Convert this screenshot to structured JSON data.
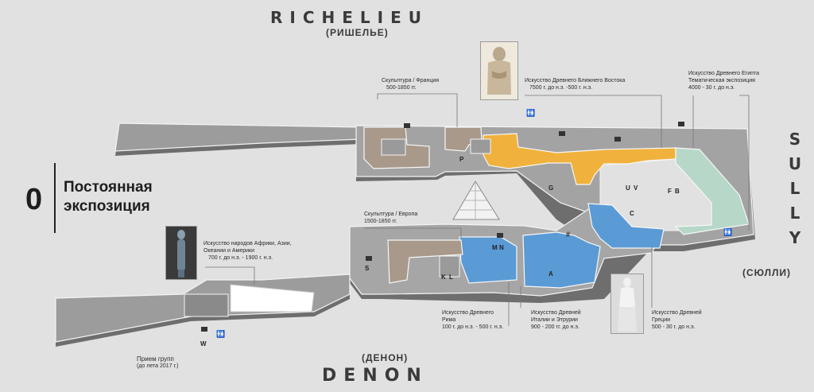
{
  "wings": {
    "richelieu": "RICHELIEU",
    "richelieu_ru": "(РИШЕЛЬЕ)",
    "sully": "SULLY",
    "sully_ru": "(СЮЛЛИ)",
    "denon_ru": "(ДЕНОН)",
    "denon": "DENON"
  },
  "floor": {
    "number": "0",
    "title_line1": "Постоянная",
    "title_line2": "экспозиция"
  },
  "collections": [
    {
      "id": "sculpture-france",
      "title": "Скульптура / Франция",
      "dates": "500-1850 гг."
    },
    {
      "id": "near-east",
      "title": "Искусство Древнего Ближнего Востока",
      "dates": "7500 г. до н.э. -500 г. н.э."
    },
    {
      "id": "egypt",
      "title": "Искусство Древнего Египта",
      "title2": "Тематическая экспозиция",
      "dates": "4000 - 30 г. до н.э."
    },
    {
      "id": "sculpture-europe",
      "title": "Скульптура / Европа",
      "dates": "1500-1850 гг."
    },
    {
      "id": "africa",
      "title": "Искусство народов Африки, Азии,",
      "title2": "Океании и Америки",
      "dates": "700 г. до н.э. - 1900 г. н.э."
    },
    {
      "id": "rome",
      "title": "Искусство Древнего",
      "title2": "Рима",
      "dates": "100 г. до н.э. - 500 г. н.э."
    },
    {
      "id": "etruria",
      "title": "Искусство Древней",
      "title2": "Италии и Этрурии",
      "dates": "900 - 200 гг. до н.э."
    },
    {
      "id": "greece",
      "title": "Искусство Древней",
      "title2": "Греции",
      "dates": "500 - 30 г. до н.э."
    }
  ],
  "groups": {
    "title": "Прием групп",
    "note": "(до лета 2017 г.)"
  },
  "gallery_letters": [
    "P",
    "G",
    "U",
    "V",
    "F",
    "B",
    "C",
    "S",
    "M",
    "N",
    "K",
    "L",
    "A",
    "W"
  ],
  "colors": {
    "near_east": "#f0b23c",
    "egypt": "#b7d8c8",
    "antiquities": "#5b9bd5",
    "sculpture": "#a8998a",
    "corridor": "#9a9a9a",
    "africa": "#ffffff",
    "background": "#e1e1e1"
  }
}
